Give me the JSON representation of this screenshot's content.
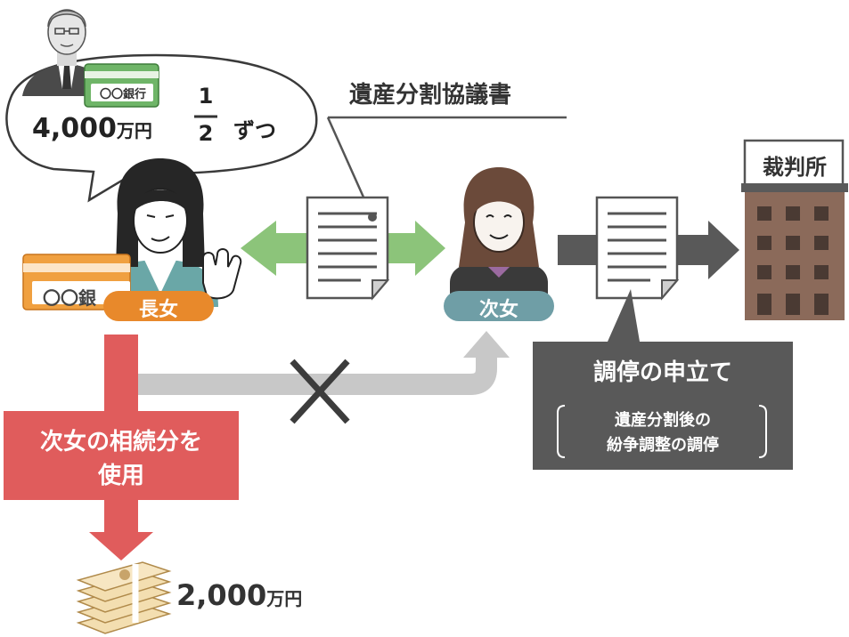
{
  "bubble": {
    "bank_card_label": "〇〇銀行",
    "amount_number": "4,000",
    "amount_unit": "万円",
    "fraction_numerator": "1",
    "fraction_denominator": "2",
    "fraction_suffix": "ずつ"
  },
  "agreement": {
    "title": "遺産分割協議書"
  },
  "eldest": {
    "label": "長女",
    "card_label": "〇〇銀"
  },
  "second": {
    "label": "次女"
  },
  "court": {
    "label": "裁判所"
  },
  "misuse": {
    "line1": "次女の相続分を",
    "line2": "使用"
  },
  "money": {
    "amount_number": "2,000",
    "amount_unit": "万円"
  },
  "mediation": {
    "title": "調停の申立て",
    "detail_line1": "遺産分割後の",
    "detail_line2": "紛争調整の調停"
  },
  "colors": {
    "dark_gray": "#595959",
    "light_gray": "#c8c8c8",
    "green_arrow": "#8cc47a",
    "red": "#e05c5c",
    "orange": "#e8892b",
    "teal": "#6f9ea6",
    "brown": "#8b6a5a"
  }
}
